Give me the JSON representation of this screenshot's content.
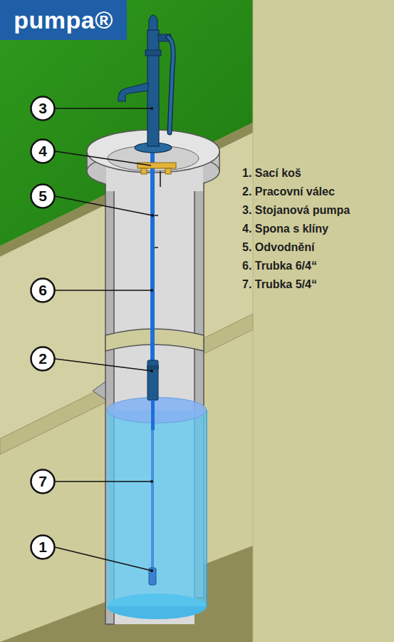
{
  "diagram": {
    "nodes": [
      {
        "text": [
          "pumpa®"
        ]
      },
      {
        "text": [
          "3"
        ]
      },
      {
        "text": [
          "4"
        ]
      },
      {
        "text": [
          "5"
        ]
      },
      {
        "text": [
          "6"
        ]
      },
      {
        "text": [
          "2"
        ]
      },
      {
        "text": [
          "7"
        ]
      },
      {
        "text": [
          "1"
        ]
      }
    ],
    "labels": [
      "1. Sací koš",
      "2. Pracovní válec",
      "3. Stojanová pumpa",
      "4. Spona s klíny",
      "5. Odvodnění",
      "6. Trubka 6/4“",
      "7. Trubka 5/4“"
    ]
  }
}
